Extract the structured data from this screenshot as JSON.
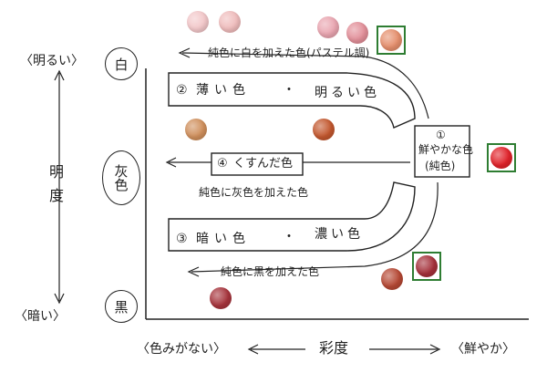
{
  "axis": {
    "lightness_top": "〈明るい〉",
    "lightness_title": "明度",
    "lightness_bottom": "〈暗い〉",
    "saturation_left": "〈色みがない〉",
    "saturation_title": "彩度",
    "saturation_right": "〈鮮やか〉"
  },
  "levels": {
    "white": "白",
    "gray": "灰色",
    "black": "黒"
  },
  "regions": {
    "pure": {
      "number": "①",
      "label": "鮮やかな色",
      "sub": "(純色)"
    },
    "pale": {
      "number": "②",
      "label": "薄い色",
      "label2": "明るい色"
    },
    "dark": {
      "number": "③",
      "label": "暗い色",
      "label2": "濃い色"
    },
    "dull": {
      "number": "④",
      "label": "くすんだ色"
    }
  },
  "notes": {
    "add_white": "純色に白を加えた色(パステル調)",
    "add_gray": "純色に灰色を加えた色",
    "add_black": "純色に黒を加えた色"
  },
  "colors": {
    "pale1": "#f2c7c9",
    "pale2": "#efbcbc",
    "pink1": "#e9a5b0",
    "pink2": "#e28f99",
    "peach": "#e58f6d",
    "tan": "#cf8f5c",
    "rust": "#c2572e",
    "red": "#e0222a",
    "maroon": "#b54834",
    "darkred": "#a4303a",
    "wine": "#a6343c",
    "highlight": "#2e7d32"
  }
}
